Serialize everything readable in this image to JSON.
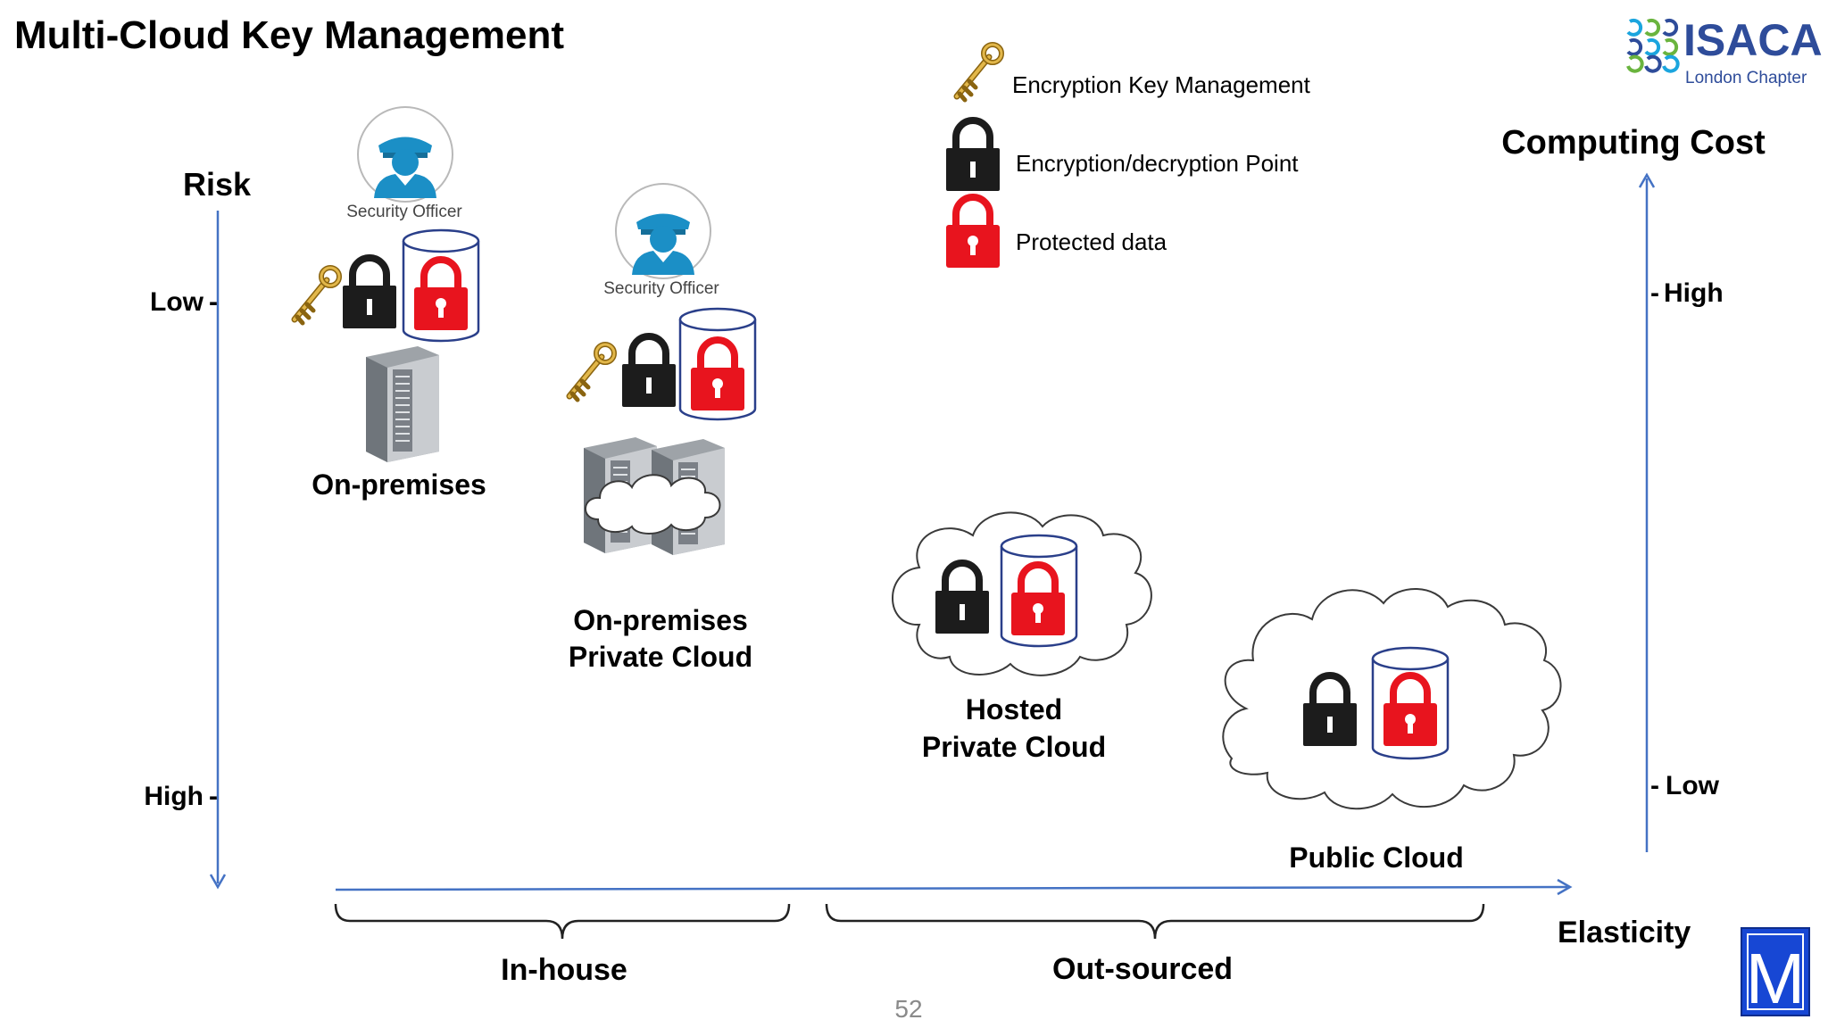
{
  "title": "Multi-Cloud Key Management",
  "logo": {
    "name": "ISACA",
    "chapter": "London Chapter",
    "corner_mark": "M"
  },
  "legend": [
    {
      "icon": "key-icon",
      "label": "Encryption Key Management"
    },
    {
      "icon": "black-padlock-icon",
      "label": "Encryption/decryption Point"
    },
    {
      "icon": "red-padlock-icon",
      "label": "Protected data"
    }
  ],
  "risk_axis": {
    "label": "Risk",
    "top_tick": "Low",
    "bottom_tick": "High"
  },
  "cost_axis": {
    "label": "Computing Cost",
    "top_tick": "High",
    "bottom_tick": "Low"
  },
  "elasticity_axis": {
    "label": "Elasticity"
  },
  "groups": {
    "in_house": "In-house",
    "out_sourced": "Out-sourced"
  },
  "officer_label": "Security Officer",
  "scenarios": {
    "on_premises": "On-premises",
    "private_cloud_line1": "On-premises",
    "private_cloud_line2": "Private Cloud",
    "hosted_line1": "Hosted",
    "hosted_line2": "Private Cloud",
    "public": "Public Cloud"
  },
  "page_number": "52",
  "colors": {
    "axis": "#4472C4",
    "protected_red": "#E8141E",
    "padlock_black": "#1c1c1c",
    "officer_blue": "#1B8FC6",
    "logo_blue": "#2E4C9A",
    "logo_cyan": "#1BA5DE",
    "logo_green": "#6AB43E"
  }
}
